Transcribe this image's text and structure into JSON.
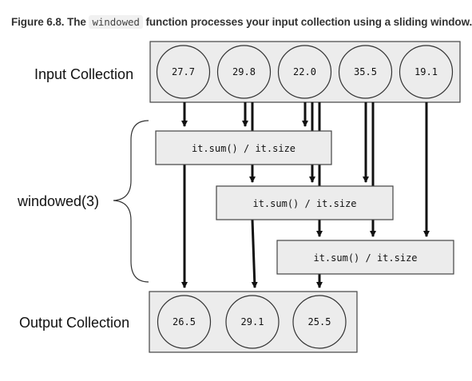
{
  "caption": {
    "prefix": "Figure 6.8. The",
    "code": "windowed",
    "suffix": "function processes your input collection using a sliding window."
  },
  "labels": {
    "input": "Input Collection",
    "windowed": "windowed(3)",
    "output": "Output Collection"
  },
  "input_values": [
    "27.7",
    "29.8",
    "22.0",
    "35.5",
    "19.1"
  ],
  "window_ops": [
    "it.sum() / it.size",
    "it.sum() / it.size",
    "it.sum() / it.size"
  ],
  "output_values": [
    "26.5",
    "29.1",
    "25.5"
  ]
}
